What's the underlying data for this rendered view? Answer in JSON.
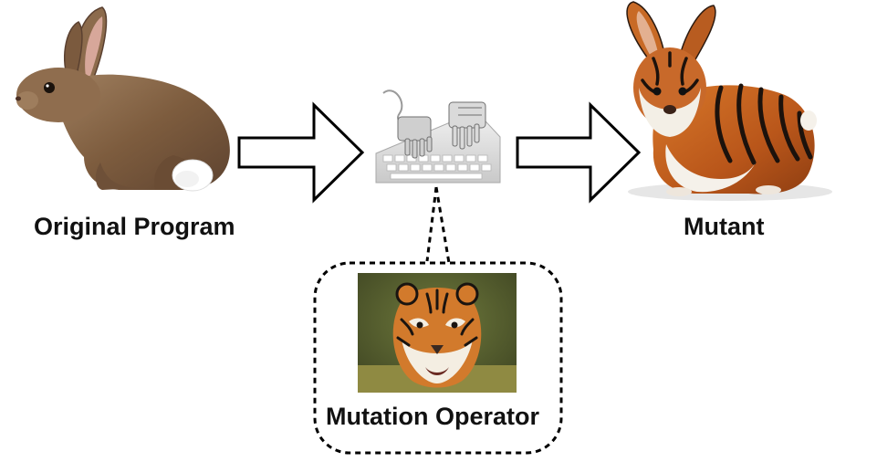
{
  "labels": {
    "original": "Original Program",
    "mutant": "Mutant",
    "operator": "Mutation Operator"
  },
  "illustrations": {
    "original": "rabbit",
    "machine": "robot-hands-on-keyboard",
    "operator": "tiger-face",
    "mutant": "tiger-striped-rabbit"
  },
  "colors": {
    "rabbit_fur": "#8a6a4a",
    "tiger_orange": "#c8641e",
    "stripe": "#1a1410",
    "outline": "#000000"
  }
}
